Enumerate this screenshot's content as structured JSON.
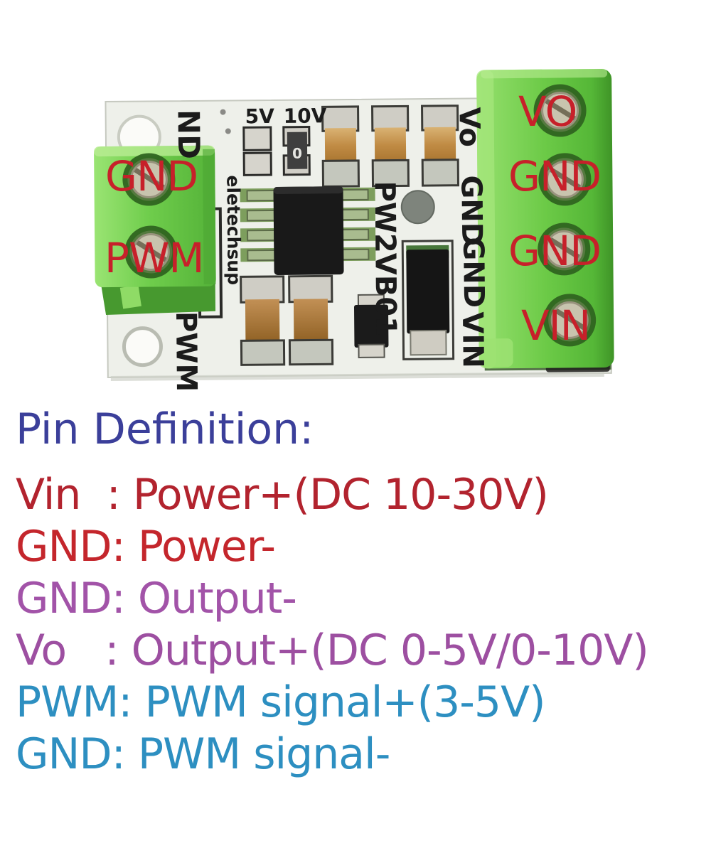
{
  "board": {
    "pin_labels": {
      "left": [
        "GND",
        "PWM"
      ],
      "right": [
        "VO",
        "GND",
        "GND",
        "VIN"
      ]
    },
    "silkscreen": {
      "top_left": "ND",
      "bottom_left": "PWM",
      "jumper_left": "5V",
      "jumper_right": "10V",
      "resistor_marking": "0",
      "right_edge": [
        "Vo",
        "GND",
        "GND",
        "VIN"
      ],
      "part_number": "PW2VB01",
      "brand": "eletechsup"
    },
    "colors": {
      "label_red": "#c7202a",
      "silkscreen": "#1b1b1b",
      "terminal_green": "#6fcb4e",
      "pcb_white": "#eef0ea"
    }
  },
  "pin_definition": {
    "heading": "Pin Definition:",
    "heading_color": "#3b3f9a",
    "lines": [
      {
        "text": "Vin  : Power+(DC 10-30V)",
        "color": "#b2232e"
      },
      {
        "text": "GND: Power-",
        "color": "#c4262c"
      },
      {
        "text": "GND: Output-",
        "color": "#a253a8"
      },
      {
        "text": "Vo   : Output+(DC 0-5V/0-10V)",
        "color": "#9d4fa1"
      },
      {
        "text": "PWM: PWM signal+(3-5V)",
        "color": "#2d8fc1"
      },
      {
        "text": "GND: PWM signal-",
        "color": "#2d8fc1"
      }
    ]
  }
}
